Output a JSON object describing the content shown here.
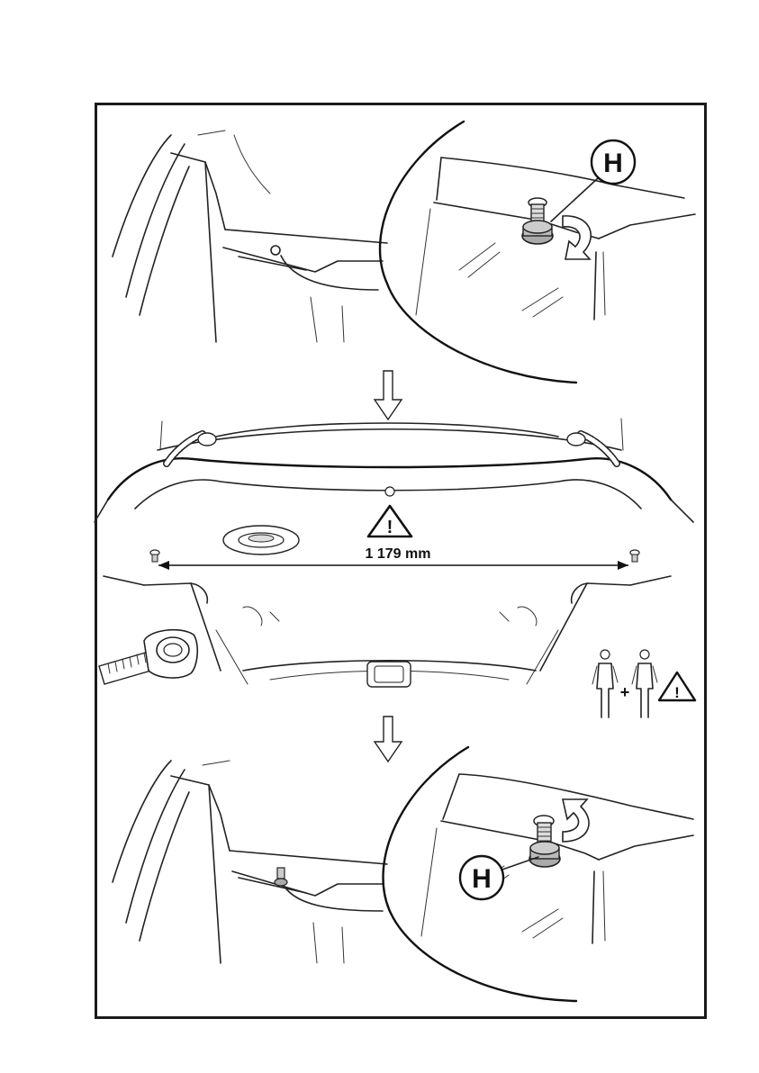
{
  "steps": [
    {
      "callout_label": "H"
    },
    {
      "measurement": "1 179 mm"
    },
    {
      "callout_label": "H"
    }
  ],
  "people_joiner": "+",
  "warning_symbol": "!",
  "colors": {
    "line": "#1a1a1a",
    "background": "#ffffff"
  }
}
